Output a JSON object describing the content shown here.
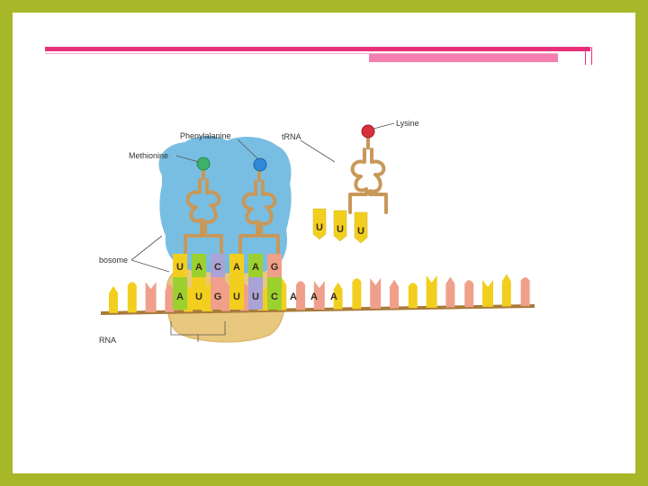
{
  "slide": {
    "border_color": "#a6b728",
    "accent_color": "#e8307a"
  },
  "diagram": {
    "labels": {
      "phenylalanine": "Phenylalanine",
      "methionine": "Methionine",
      "trna": "tRNA",
      "lysine": "Lysine",
      "ribosome": "bosome",
      "mrna": "RNA"
    },
    "anticodon_bases": [
      "U",
      "A",
      "C",
      "A",
      "A",
      "G"
    ],
    "incoming_anticodon": [
      "U",
      "U",
      "U"
    ],
    "codon_bases": [
      "A",
      "U",
      "G",
      "U",
      "U",
      "C",
      "A",
      "A",
      "A"
    ],
    "colors": {
      "ribosome_large": "#6cb8e0",
      "ribosome_small": "#e8c77e",
      "trna_backbone": "#c8985a",
      "methionine_ball": "#3fb06a",
      "phenylalanine_ball": "#2f8ad8",
      "lysine_ball": "#d8303a",
      "base_yellow": "#f2cf1e",
      "base_green": "#9bd02e",
      "base_purple": "#a9a3d8",
      "base_pink": "#f0a08a"
    }
  }
}
